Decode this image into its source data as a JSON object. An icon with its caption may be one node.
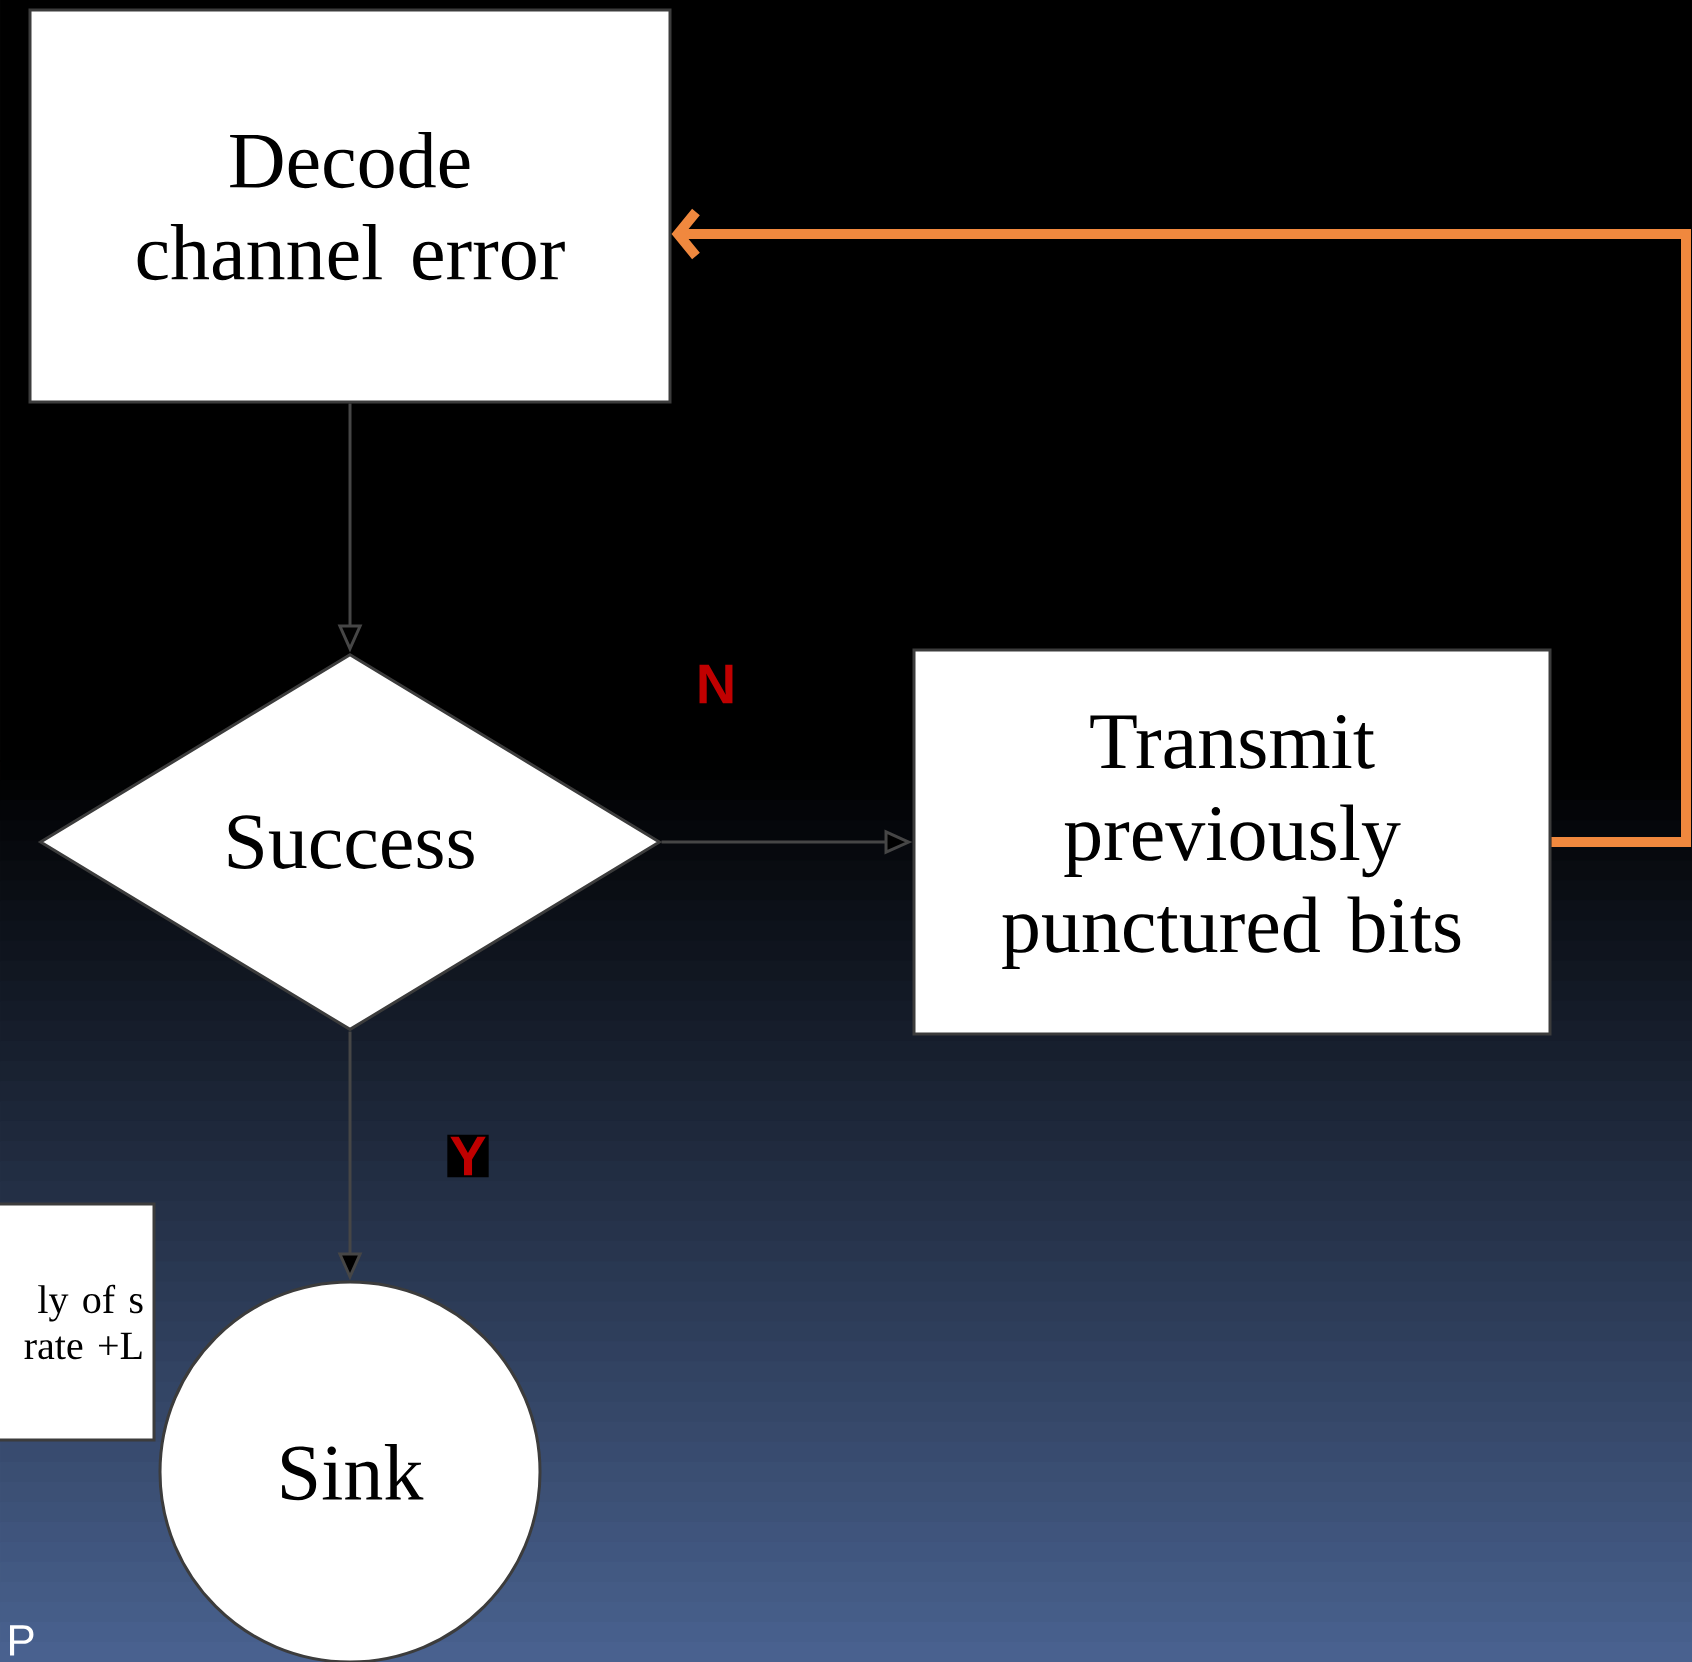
{
  "diagram": {
    "nodes": [
      {
        "text": [
          "Decode channel error"
        ]
      },
      {
        "text": [
          "Success"
        ]
      },
      {
        "text": [
          "Transmit previously punctured bits"
        ]
      },
      {
        "text": [
          "Sink"
        ]
      },
      {
        "text": [
          "ly of s rate +L"
        ]
      }
    ],
    "edges": [
      {
        "from": 0,
        "to": 1,
        "arrow": "to"
      },
      {
        "from": 1,
        "to": 2,
        "arrow": "to",
        "label": "N"
      },
      {
        "from": 1,
        "to": 3,
        "arrow": "to",
        "label": "Y"
      },
      {
        "from": 2,
        "to": 0,
        "arrow": "to",
        "style": "thick",
        "color": "#f0883e"
      }
    ],
    "labels": [
      "P"
    ]
  }
}
